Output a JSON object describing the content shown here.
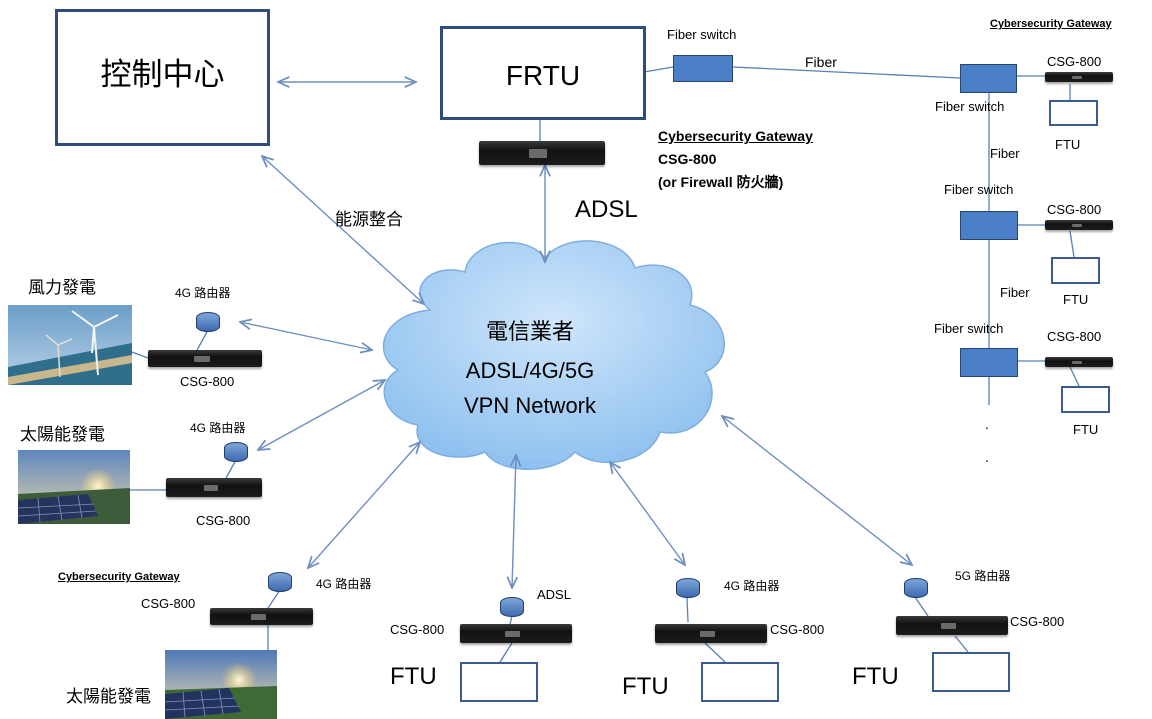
{
  "control_center": "控制中心",
  "frtu": "FRTU",
  "energy_integration": "能源整合",
  "adsl_main": "ADSL",
  "cloud": {
    "line1": "電信業者",
    "line2": "ADSL/4G/5G",
    "line3": "VPN Network"
  },
  "csg_top": {
    "title": "Cybersecurity Gateway",
    "model": "CSG-800",
    "note": "(or Firewall 防火牆)"
  },
  "fiber": {
    "fiber_switch_top": "Fiber switch",
    "fiber_label": "Fiber",
    "gateway_title": "Cybersecurity Gateway",
    "nodes": [
      {
        "switch": "Fiber switch",
        "csg": "CSG-800",
        "ftu": "FTU"
      },
      {
        "switch": "Fiber switch",
        "link": "Fiber",
        "csg": "CSG-800",
        "ftu": "FTU"
      },
      {
        "switch": "Fiber switch",
        "link": "Fiber",
        "csg": "CSG-800",
        "ftu": "FTU"
      }
    ],
    "ellipsis": [
      ".",
      "."
    ]
  },
  "wind": {
    "title": "風力發電",
    "router": "4G 路由器",
    "csg": "CSG-800"
  },
  "solar1": {
    "title": "太陽能發電",
    "router": "4G 路由器",
    "csg": "CSG-800"
  },
  "solar2": {
    "gateway": "Cybersecurity Gateway",
    "router": "4G 路由器",
    "csg": "CSG-800",
    "title": "太陽能發電"
  },
  "ftu_adsl": {
    "router": "ADSL",
    "csg": "CSG-800",
    "ftu": "FTU"
  },
  "ftu_4g": {
    "router": "4G 路由器",
    "csg": "CSG-800",
    "ftu": "FTU"
  },
  "ftu_5g": {
    "router": "5G 路由器",
    "csg": "CSG-800",
    "ftu": "FTU"
  }
}
